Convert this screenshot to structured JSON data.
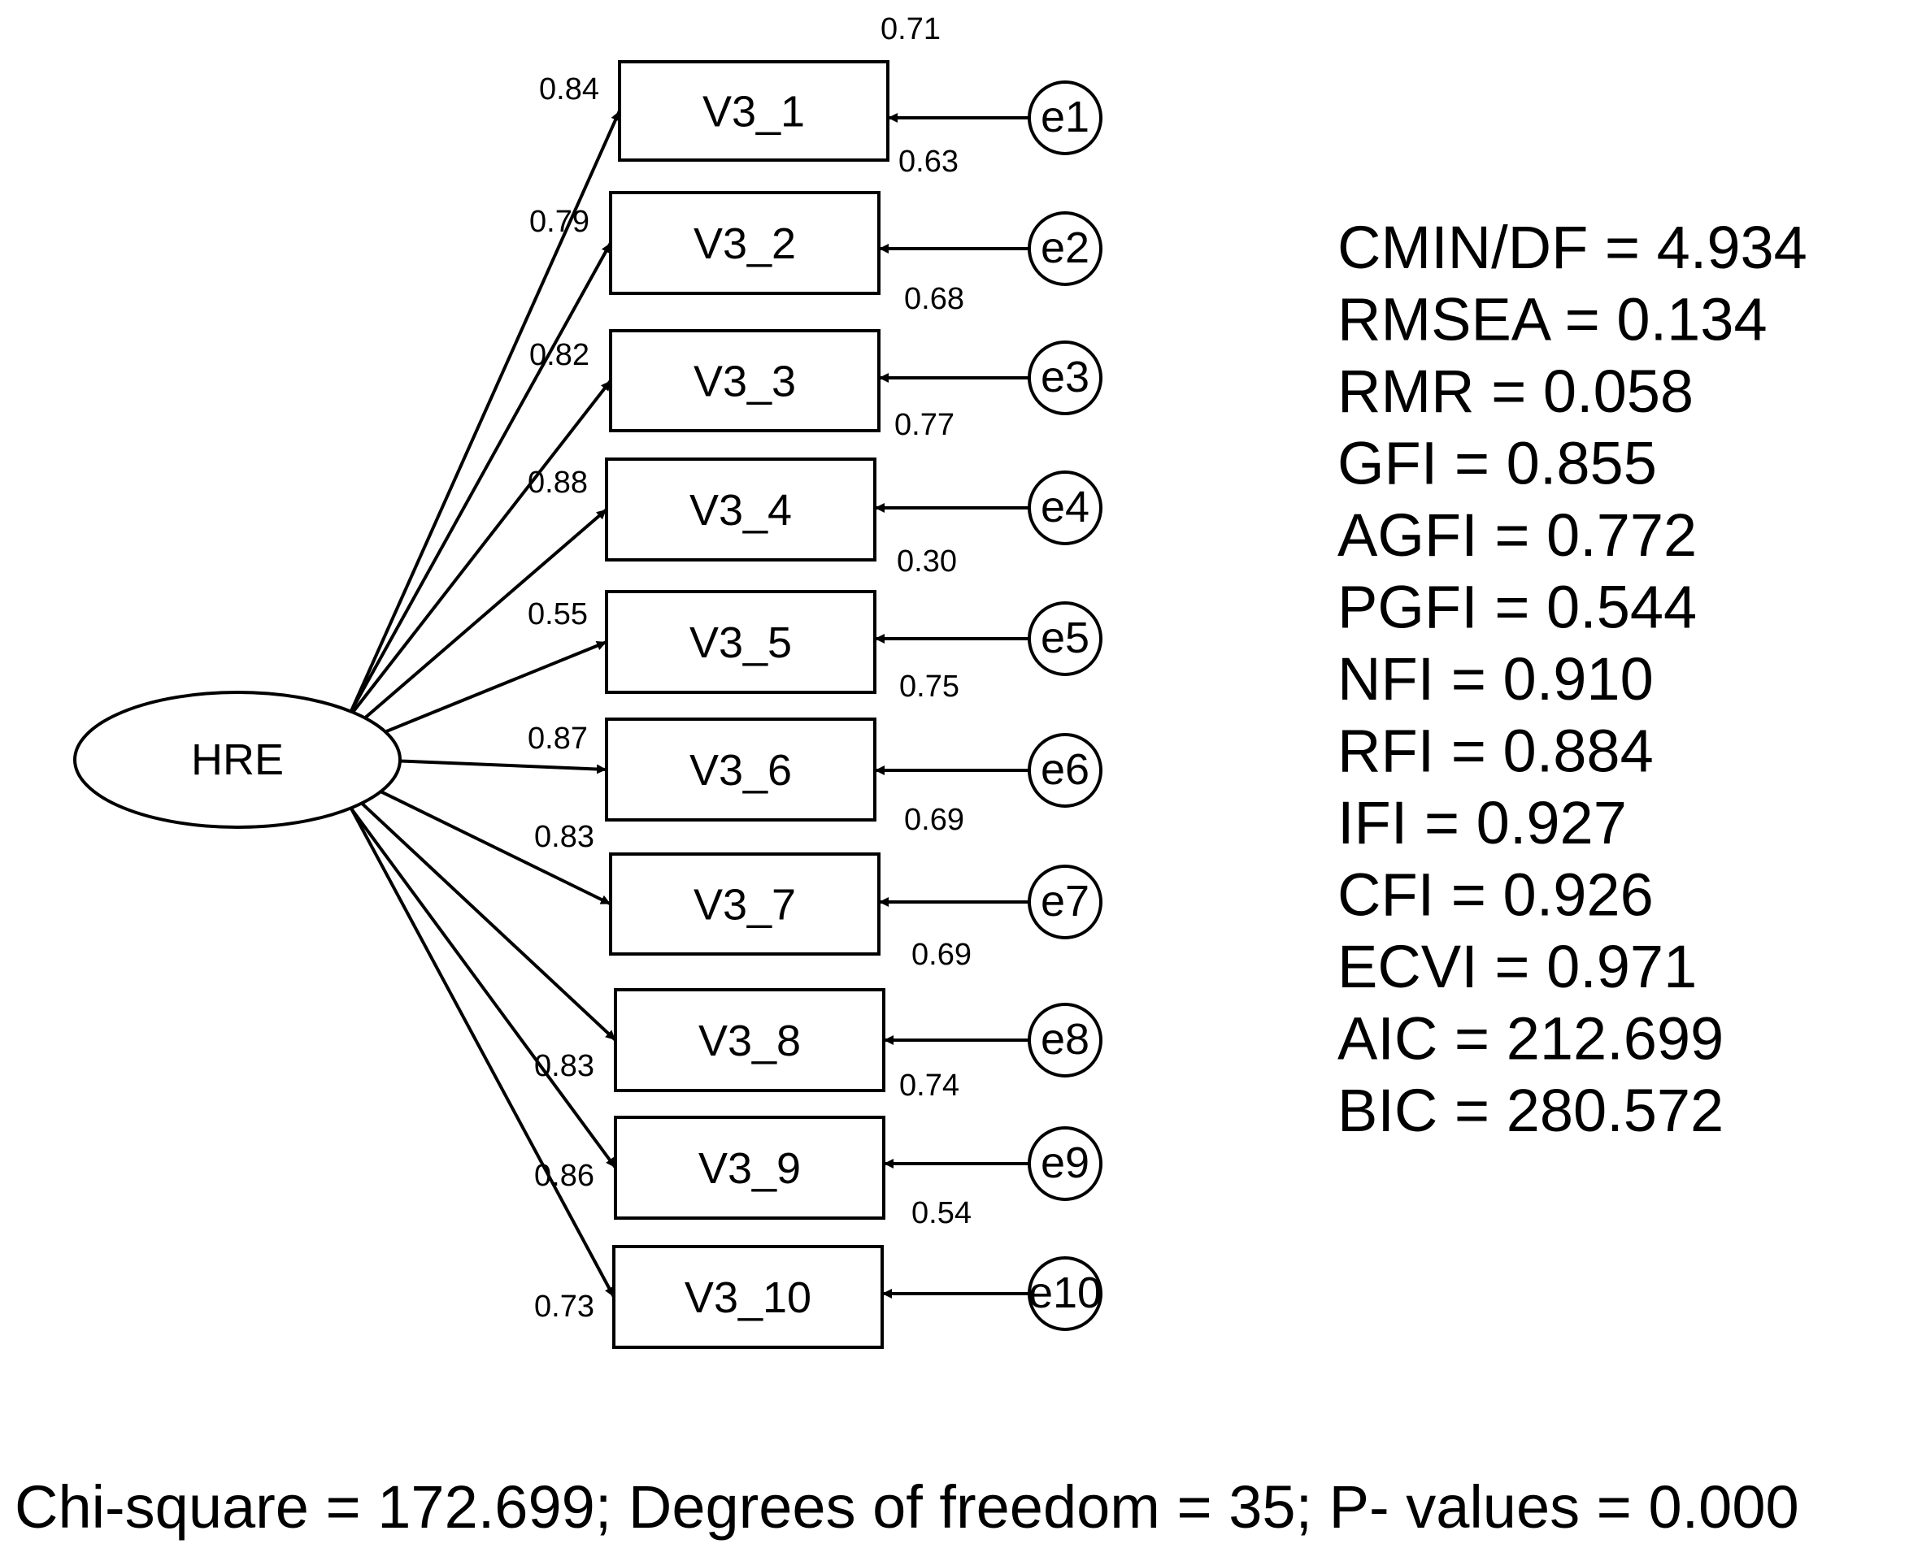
{
  "latent": {
    "label": "HRE"
  },
  "indicators": [
    {
      "label": "V3_1",
      "loading": "0.84",
      "error": "e1",
      "r2": "0.71",
      "r2b": "0.63"
    },
    {
      "label": "V3_2",
      "loading": "0.79",
      "error": "e2",
      "r2": "0.68"
    },
    {
      "label": "V3_3",
      "loading": "0.82",
      "error": "e3",
      "r2": "0.77"
    },
    {
      "label": "V3_4",
      "loading": "0.88",
      "error": "e4",
      "r2": "0.30"
    },
    {
      "label": "V3_5",
      "loading": "0.55",
      "error": "e5",
      "r2": "0.75"
    },
    {
      "label": "V3_6",
      "loading": "0.87",
      "error": "e6",
      "r2": "0.69"
    },
    {
      "label": "V3_7",
      "loading": "0.83",
      "error": "e7",
      "r2": "0.69"
    },
    {
      "label": "V3_8",
      "loading": "0.83",
      "error": "e8",
      "r2": "0.74"
    },
    {
      "label": "V3_9",
      "loading": "0.86",
      "error": "e9",
      "r2": "0.54"
    },
    {
      "label": "V3_10",
      "loading": "0.73",
      "error": "e10"
    }
  ],
  "fit_indices": [
    {
      "name": "CMIN/DF",
      "sep": " = ",
      "value": "4.934"
    },
    {
      "name": "RMSEA",
      "sep": " =   ",
      "value": "0.134"
    },
    {
      "name": "RMR",
      "sep": " =   ",
      "value": "0.058"
    },
    {
      "name": "GFI",
      "sep": " =    ",
      "value": "0.855"
    },
    {
      "name": "AGFI",
      "sep": " =  ",
      "value": "0.772"
    },
    {
      "name": "PGFI",
      "sep": " =  ",
      "value": "0.544"
    },
    {
      "name": "NFI",
      "sep": " =    ",
      "value": "0.910"
    },
    {
      "name": "RFI",
      "sep": " =  ",
      "value": "0.884"
    },
    {
      "name": "IFI",
      "sep": " =   ",
      "value": "0.927"
    },
    {
      "name": "CFI",
      "sep": " =   ",
      "value": "0.926"
    },
    {
      "name": "ECVI",
      "sep": " = ",
      "value": "0.971"
    },
    {
      "name": "AIC",
      "sep": " = ",
      "value": "212.699"
    },
    {
      "name": "BIC",
      "sep": " = ",
      "value": "280.572"
    }
  ],
  "footer": "Chi-square = 172.699; Degrees of freedom = 35; P- values =  0.000"
}
